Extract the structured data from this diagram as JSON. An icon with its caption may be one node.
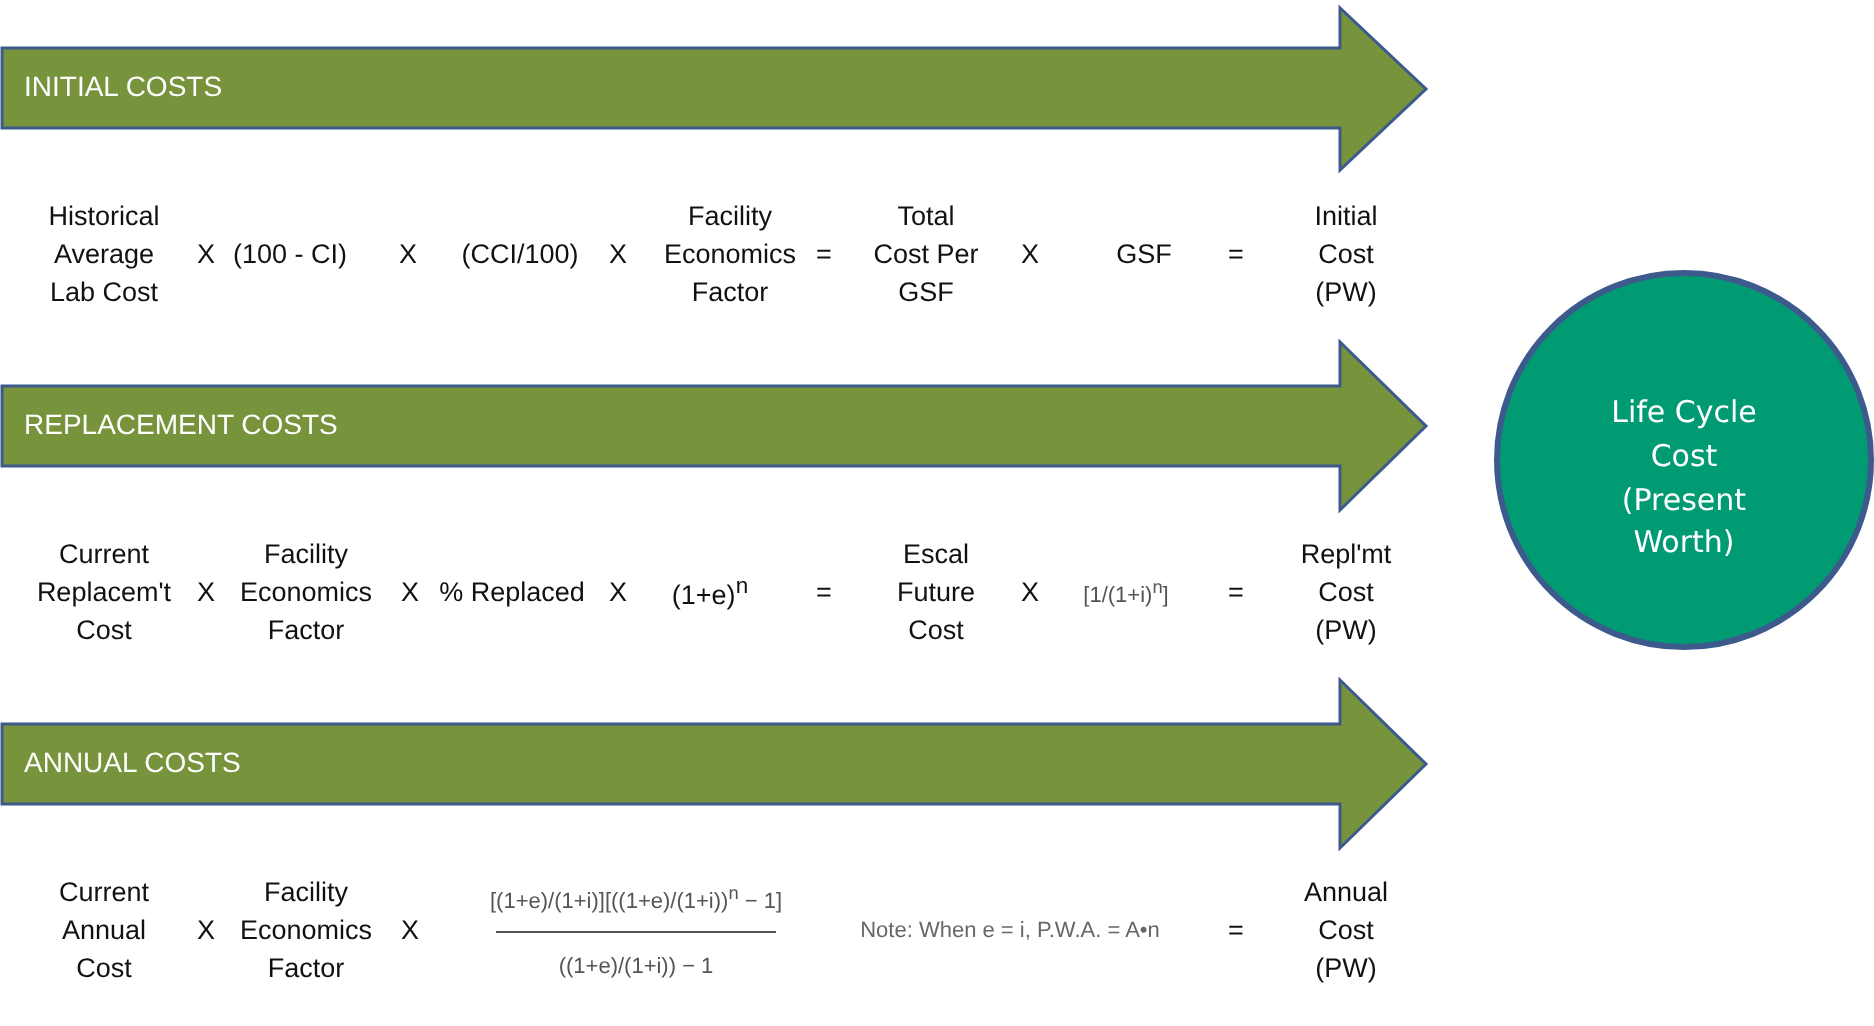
{
  "diagram": {
    "nodes": [
      {
        "text": [
          "INITIAL COSTS"
        ]
      },
      {
        "text": [
          "REPLACEMENT COSTS"
        ]
      },
      {
        "text": [
          "ANNUAL COSTS"
        ]
      },
      {
        "text": [
          "Life Cycle Cost (Present Worth)"
        ]
      }
    ],
    "labels": [
      "Historical Average Lab Cost",
      "X",
      "(100 - CI)",
      "X",
      "(CCI/100)",
      "X",
      "Facility Economics Factor",
      "=",
      "Total Cost Per  GSF",
      "X",
      "GSF",
      "=",
      "Initial Cost (PW)",
      "Current Replacem't Cost",
      "X",
      "Facility Economics Factor",
      "X",
      "% Replaced",
      "X",
      "(1+e)$^{n}$",
      "=",
      "Escal Future Cost",
      "X",
      "[1/(1+i)$^{n}$]",
      "=",
      "Repl'mt Cost (PW)",
      "Current Annual Cost",
      "X",
      "Facility Economics Factor",
      "X",
      "[(1+e)/(1+i)][((1+e)/(1+i))$^{n}$ − 1]",
      "((1+e)/(1+i)) − 1",
      "Note: When e = i, P.W.A. = A•n",
      "=",
      "Annual Cost (PW)"
    ]
  }
}
